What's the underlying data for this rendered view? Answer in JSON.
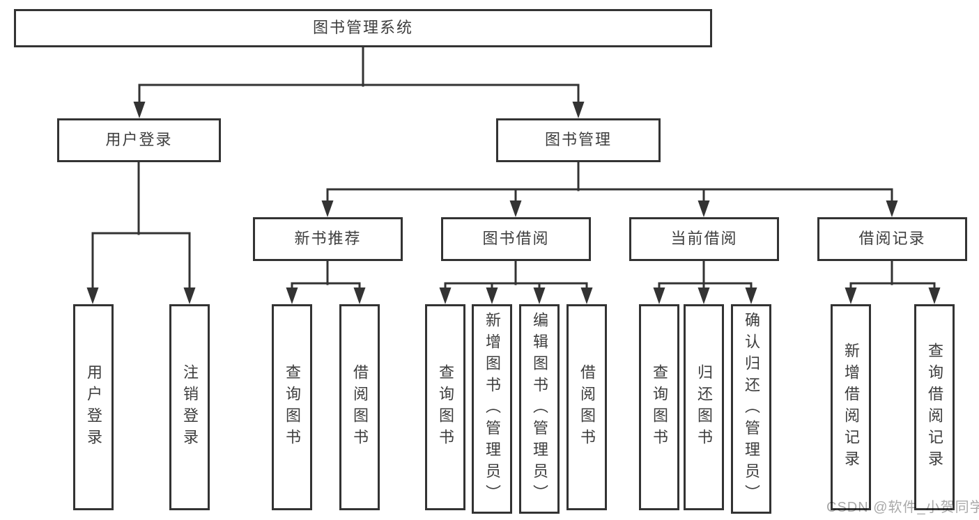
{
  "colors": {
    "line": "#333333",
    "text": "#3d3d3d",
    "watermark": "#a9a9a9",
    "background": "#ffffff"
  },
  "watermark": {
    "text": "CSDN @软件_小贺同学"
  },
  "nodes": [
    {
      "id": "root",
      "label": "图书管理系统",
      "parent": null,
      "orient": "h"
    },
    {
      "id": "user-login",
      "label": "用户登录",
      "parent": "root",
      "orient": "h"
    },
    {
      "id": "book-mgmt",
      "label": "图书管理",
      "parent": "root",
      "orient": "h"
    },
    {
      "id": "new-book-recommend",
      "label": "新书推荐",
      "parent": "book-mgmt",
      "orient": "h"
    },
    {
      "id": "book-borrow",
      "label": "图书借阅",
      "parent": "book-mgmt",
      "orient": "h"
    },
    {
      "id": "current-borrow",
      "label": "当前借阅",
      "parent": "book-mgmt",
      "orient": "h"
    },
    {
      "id": "borrow-record",
      "label": "借阅记录",
      "parent": "book-mgmt",
      "orient": "h"
    },
    {
      "id": "leaf-user-login",
      "label": "用户登录",
      "parent": "user-login",
      "orient": "v"
    },
    {
      "id": "leaf-logout",
      "label": "注销登录",
      "parent": "user-login",
      "orient": "v"
    },
    {
      "id": "leaf-query-book-1",
      "label": "查询图书",
      "parent": "new-book-recommend",
      "orient": "v"
    },
    {
      "id": "leaf-borrow-book-1",
      "label": "借阅图书",
      "parent": "new-book-recommend",
      "orient": "v"
    },
    {
      "id": "leaf-query-book-2",
      "label": "查询图书",
      "parent": "book-borrow",
      "orient": "v"
    },
    {
      "id": "leaf-add-book",
      "label": "新增图书（管理员）",
      "parent": "book-borrow",
      "orient": "v"
    },
    {
      "id": "leaf-edit-book",
      "label": "编辑图书（管理员）",
      "parent": "book-borrow",
      "orient": "v"
    },
    {
      "id": "leaf-borrow-book-2",
      "label": "借阅图书",
      "parent": "book-borrow",
      "orient": "v"
    },
    {
      "id": "leaf-query-book-3",
      "label": "查询图书",
      "parent": "current-borrow",
      "orient": "v"
    },
    {
      "id": "leaf-return-book",
      "label": "归还图书",
      "parent": "current-borrow",
      "orient": "v"
    },
    {
      "id": "leaf-confirm-return",
      "label": "确认归还（管理员）",
      "parent": "current-borrow",
      "orient": "v"
    },
    {
      "id": "leaf-add-borrow-record",
      "label": "新增借阅记录",
      "parent": "borrow-record",
      "orient": "v"
    },
    {
      "id": "leaf-query-borrow-record",
      "label": "查询借阅记录",
      "parent": "borrow-record",
      "orient": "v"
    }
  ]
}
